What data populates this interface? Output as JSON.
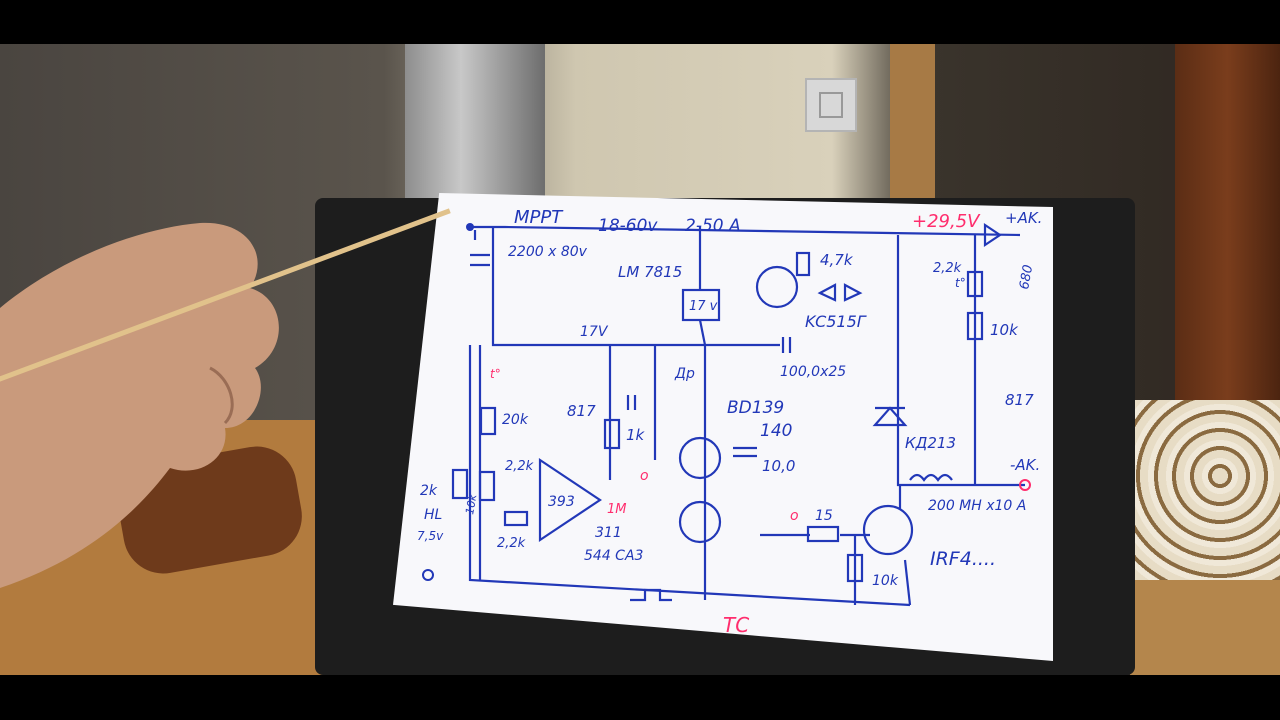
{
  "scene": {
    "caption_hidden": "",
    "colors": {
      "ink": "#2238b8",
      "highlight": "#ff2d6d",
      "paper": "#f8f8fb"
    }
  },
  "schematic": {
    "title": "MPPT",
    "spec_voltage": "18-60v",
    "spec_current": "2-50 A",
    "top_voltage": "+29,5V",
    "top_terminal": "+AK.",
    "bottom_terminal": "-AK.",
    "input_cap": "2200 x 80v",
    "regulator": "LM 7815",
    "regulator_box": "17 v",
    "rail": "17V",
    "inductor": "Др",
    "transistor_driver": "BD139",
    "transistor_driver_alt": "140",
    "cap_10": "10,0",
    "cap_100": "100,0x25",
    "r_47k": "4,7k",
    "zener": "KC515Г",
    "r_22k_top": "2,2k",
    "temp_top": "t°",
    "r_10k_right": "10k",
    "led_label": "817",
    "diode": "КД213",
    "r_680": "680",
    "choke": "200 МН x10 А",
    "mosfet": "IRF4....",
    "r_15": "15",
    "r_10k_gate": "10k",
    "r_20k": "20k",
    "opto": "817",
    "r_1k": "1k",
    "comparator": "393",
    "comparator_alt": "311",
    "comparator_ru": "544 СА3",
    "r_1m": "1M",
    "r_22k_a": "2,2k",
    "r_22k_b": "2,2k",
    "r_2k": "2k",
    "r_10k_left": "10k",
    "hl": "HL",
    "zener_small": "7,5v",
    "temp_left": "t°",
    "pwm_label": "TC",
    "marker_o1": "o",
    "marker_o2": "o"
  }
}
